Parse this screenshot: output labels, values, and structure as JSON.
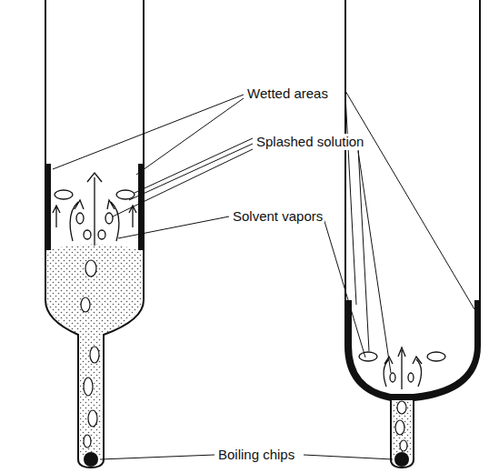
{
  "diagram": {
    "labels": [
      "Wetted areas",
      "Splashed solution",
      "Solvent vapors",
      "Boiling chips"
    ]
  }
}
